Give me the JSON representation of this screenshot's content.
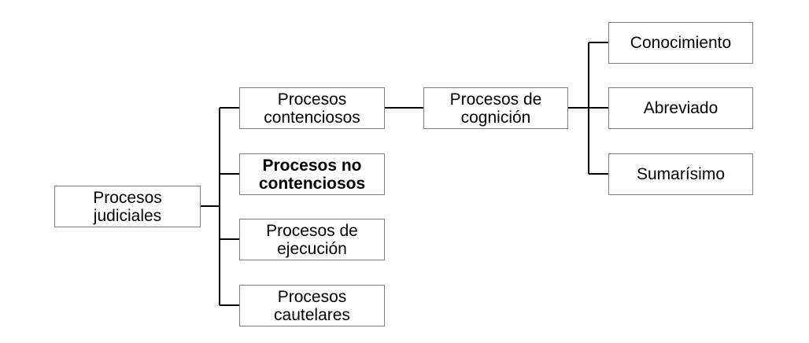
{
  "diagram": {
    "line_color": "#000000",
    "box_border_color": "#7f7f7f",
    "nodes": {
      "root": "Procesos\njudiciales",
      "contenciosos": "Procesos\ncontenciosos",
      "no_contenciosos": "Procesos no\ncontenciosos",
      "ejecucion": "Procesos de\nejecución",
      "cautelares": "Procesos\ncautelares",
      "cognicion": "Procesos de\ncognición",
      "conocimiento": "Conocimiento",
      "abreviado": "Abreviado",
      "sumarisimo": "Sumarísimo"
    },
    "edges": [
      [
        "root",
        "contenciosos"
      ],
      [
        "root",
        "no_contenciosos"
      ],
      [
        "root",
        "ejecucion"
      ],
      [
        "root",
        "cautelares"
      ],
      [
        "contenciosos",
        "cognicion"
      ],
      [
        "cognicion",
        "conocimiento"
      ],
      [
        "cognicion",
        "abreviado"
      ],
      [
        "cognicion",
        "sumarisimo"
      ]
    ]
  }
}
